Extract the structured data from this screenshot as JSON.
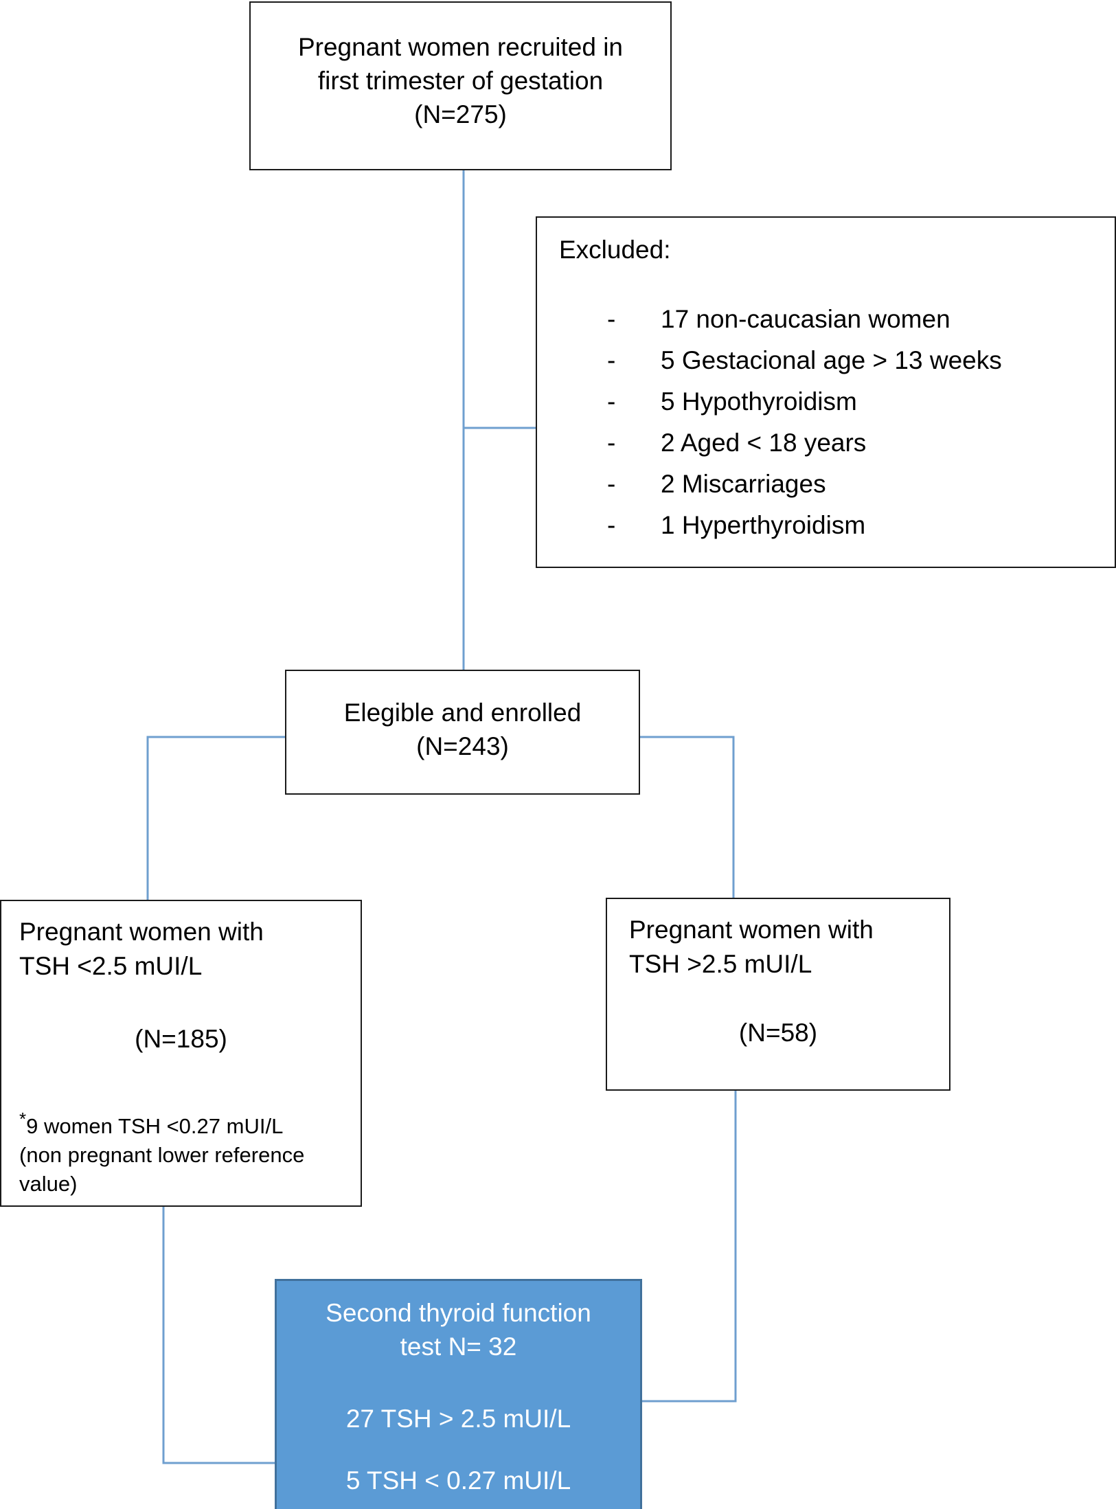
{
  "recruited": {
    "lines": [
      "Pregnant women recruited in",
      "first trimester of gestation",
      "(N=275)"
    ]
  },
  "excluded": {
    "heading": "Excluded:",
    "bullet": "-",
    "items": [
      "17 non-caucasian women",
      "5 Gestacional age > 13 weeks",
      "5 Hypothyroidism",
      "2 Aged < 18 years",
      "2 Miscarriages",
      "1 Hyperthyroidism"
    ]
  },
  "eligible": {
    "lines": [
      "Elegible and enrolled",
      "(N=243)"
    ]
  },
  "low_tsh": {
    "lines": [
      "Pregnant women with",
      "TSH <2.5 mUI/L"
    ],
    "n": "(N=185)",
    "note_marker": "*",
    "note_lines": [
      "9 women TSH <0.27 mUI/L",
      "(non pregnant lower reference",
      "value)"
    ]
  },
  "high_tsh": {
    "lines": [
      "Pregnant women with",
      "TSH >2.5 mUI/L"
    ],
    "n": "(N=58)"
  },
  "second_test": {
    "title_lines": [
      "Second thyroid function",
      "test  N= 32"
    ],
    "result_1": "27 TSH > 2.5 mUI/L",
    "result_2": "5 TSH < 0.27 mUI/L"
  },
  "colors": {
    "connector": "#6f9fcf",
    "highlight_fill": "#5b9bd5",
    "highlight_border": "#41719c"
  }
}
